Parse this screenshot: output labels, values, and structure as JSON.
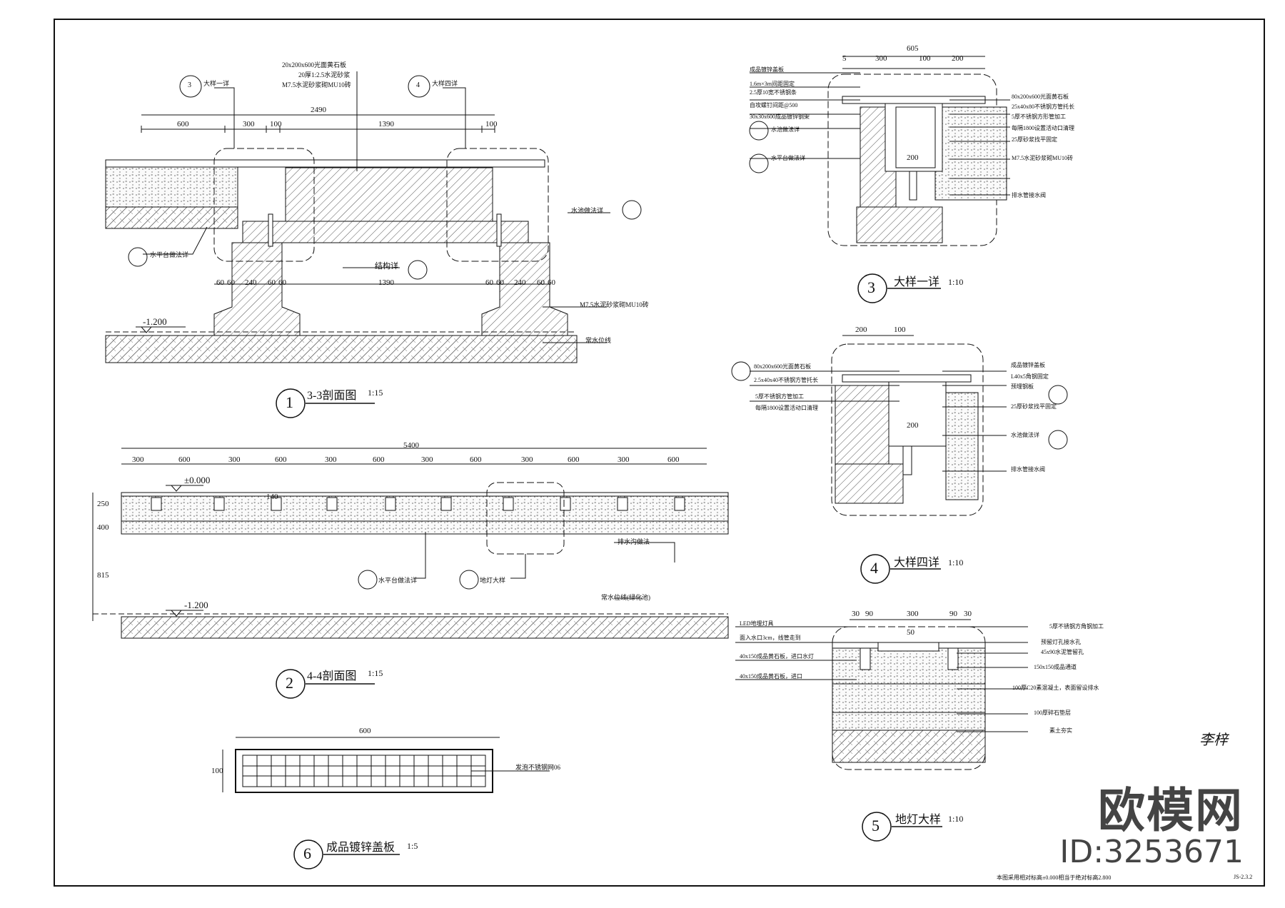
{
  "drawings": {
    "d1": {
      "num": "1",
      "title": "3-3剖面图",
      "scale": "1:15"
    },
    "d2": {
      "num": "2",
      "title": "4-4剖面图",
      "scale": "1:15"
    },
    "d3": {
      "num": "3",
      "title": "大样一详",
      "scale": "1:10"
    },
    "d4": {
      "num": "4",
      "title": "大样四详",
      "scale": "1:10"
    },
    "d5": {
      "num": "5",
      "title": "地灯大样",
      "scale": "1:10"
    },
    "d6": {
      "num": "6",
      "title": "成品镀锌盖板",
      "scale": "1:5"
    }
  },
  "dims": {
    "d1_total": "2490",
    "d1_top": [
      "600",
      "300",
      "100",
      "1390",
      "100"
    ],
    "d1_bottom": [
      "60",
      "60",
      "240",
      "60",
      "60",
      "1390",
      "60",
      "60",
      "240",
      "60",
      "60"
    ],
    "d1_level": "-1.200",
    "d2_total": "5400",
    "d2_seq": [
      "300",
      "600",
      "300",
      "600",
      "300",
      "600",
      "300",
      "600",
      "300",
      "600",
      "300",
      "600"
    ],
    "d2_level_top": "±0.000",
    "d2_level_bot": "-1.200",
    "d2_left": [
      "250",
      "400",
      "815"
    ],
    "d2_mid": "140",
    "d3_total": "605",
    "d3_parts": [
      "5",
      "300",
      "100",
      "200"
    ],
    "d3_inner": "200",
    "d4_parts": [
      "200",
      "100"
    ],
    "d4_inner": "200",
    "d5_parts": [
      "30",
      "90",
      "300",
      "90",
      "30"
    ],
    "d5_inner": "50",
    "d6_width": "600",
    "d6_height": "100"
  },
  "labels": {
    "d1_top1": "20x200x600光面黄石板",
    "d1_top2": "20厚1:2.5水泥砂浆",
    "d1_top3": "M7.5水泥砂浆砌MU10砖",
    "d1_ref3": "大样一详",
    "d1_ref4": "大样四详",
    "d1_r1": "水池做法详",
    "d1_l1": "水平台做法详",
    "d1_mid": "结构详",
    "d1_r2": "M7.5水泥砂浆砌MU10砖",
    "d1_r3": "常水位线",
    "d2_l1": "水平台做法详",
    "d2_l2": "地灯大样",
    "d2_l3": "排水沟做法",
    "d2_l4": "常水位线(绿化池)",
    "d3_l": [
      "成品镀锌盖板",
      "1.6m×3m间距固定",
      "2.5厚10宽不锈钢条",
      "自攻螺钉间距@500",
      "30x30x600成品镀锌钢架",
      "水池做法详",
      "水平台做法详"
    ],
    "d3_r": [
      "80x200x600光面黄石板",
      "25x40x80不锈钢方管托长",
      "5厚不锈钢方形管加工",
      "每隔1800设置活动口清理",
      "25厚砂浆找平固定",
      "M7.5水泥砂浆砌MU10砖",
      "排水管接水阀"
    ],
    "d4_l": [
      "80x200x600光面黄石板",
      "2.5x40x40不锈钢方管托长",
      "5厚不锈钢方管加工",
      "每隔1800设置活动口清理"
    ],
    "d4_r": [
      "成品镀锌盖板",
      "L40x5角钢固定",
      "预埋钢板",
      "25厚砂浆找平固定",
      "水池做法详",
      "排水管接水阀"
    ],
    "d5_l": [
      "LED地埋灯具",
      "面入水口3cm，线管走到",
      "40x150成品黄石板，进口水灯",
      "40x150成品黄石板，进口"
    ],
    "d5_r": [
      "5厚不锈钢方角钢加工",
      "预留灯孔接水孔",
      "45x90水泥管留孔",
      "150x150成品通道",
      "100厚C20素混凝土，表面留设排水",
      "100厚碎石垫层",
      "素土夯实"
    ],
    "d6_l": "发泡不锈钢网06"
  },
  "footer": {
    "note": "本图采用相对标高±0.000相当于绝对标高2.800",
    "code": "JS-2.3.2",
    "signature": "李梓"
  },
  "watermark": {
    "logo": "欧模网",
    "id": "ID:3253671"
  },
  "colors": {
    "line": "#111111",
    "hatch": "#777777",
    "concrete": "#f0f0f0"
  }
}
